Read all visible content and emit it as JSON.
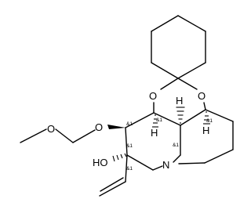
{
  "atom_labels": {
    "o_ketal_left": "O",
    "o_ketal_right": "O",
    "h_upper_left": "H",
    "h_upper_right": "H",
    "o_ether": "O",
    "o_methoxy": "O",
    "h_middle": "H",
    "hydroxyl": "HO",
    "nitrogen": "N"
  },
  "stereo_labels": {
    "c1": "&1",
    "c2": "&1",
    "c3": "&1",
    "c4": "&1",
    "c5": "&1",
    "c6": "&1"
  }
}
